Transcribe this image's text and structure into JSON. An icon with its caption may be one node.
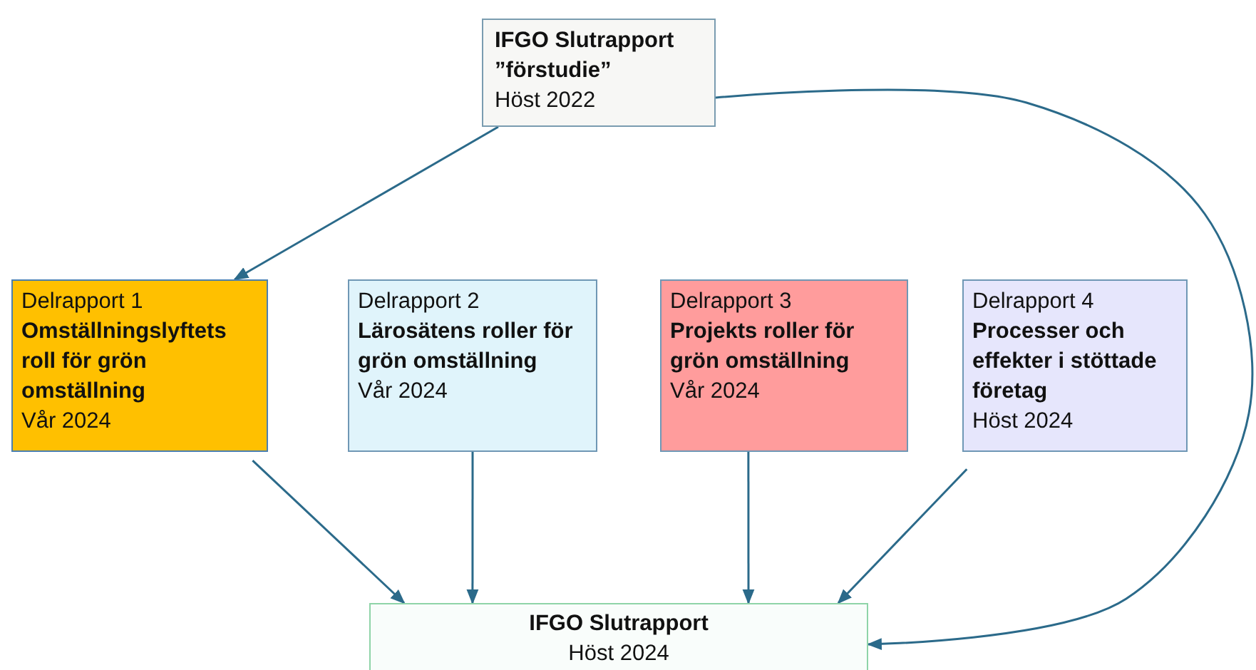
{
  "diagram": {
    "nodes": [
      {
        "text": [
          "IFGO Slutrapport ”förstudie”",
          "Höst 2022"
        ]
      },
      {
        "text": [
          "Delrapport 1",
          "Omställningslyftets roll för grön omställning",
          "Vår 2024"
        ]
      },
      {
        "text": [
          "Delrapport 2",
          "Lärosätens roller för grön omställning",
          "Vår 2024"
        ]
      },
      {
        "text": [
          "Delrapport 3",
          "Projekts roller för grön omställning",
          "Vår 2024"
        ]
      },
      {
        "text": [
          "Delrapport 4",
          "Processer och effekter i stöttade företag",
          "Höst 2024"
        ]
      },
      {
        "text": [
          "IFGO Slutrapport",
          "Höst 2024"
        ]
      }
    ],
    "edges": [
      {
        "from": 0,
        "to": 1,
        "arrow": "to"
      },
      {
        "from": 0,
        "to": 5,
        "arrow": "to"
      },
      {
        "from": 1,
        "to": 5,
        "arrow": "to"
      },
      {
        "from": 2,
        "to": 5,
        "arrow": "to"
      },
      {
        "from": 3,
        "to": 5,
        "arrow": "to"
      },
      {
        "from": 4,
        "to": 5,
        "arrow": "to"
      }
    ]
  }
}
